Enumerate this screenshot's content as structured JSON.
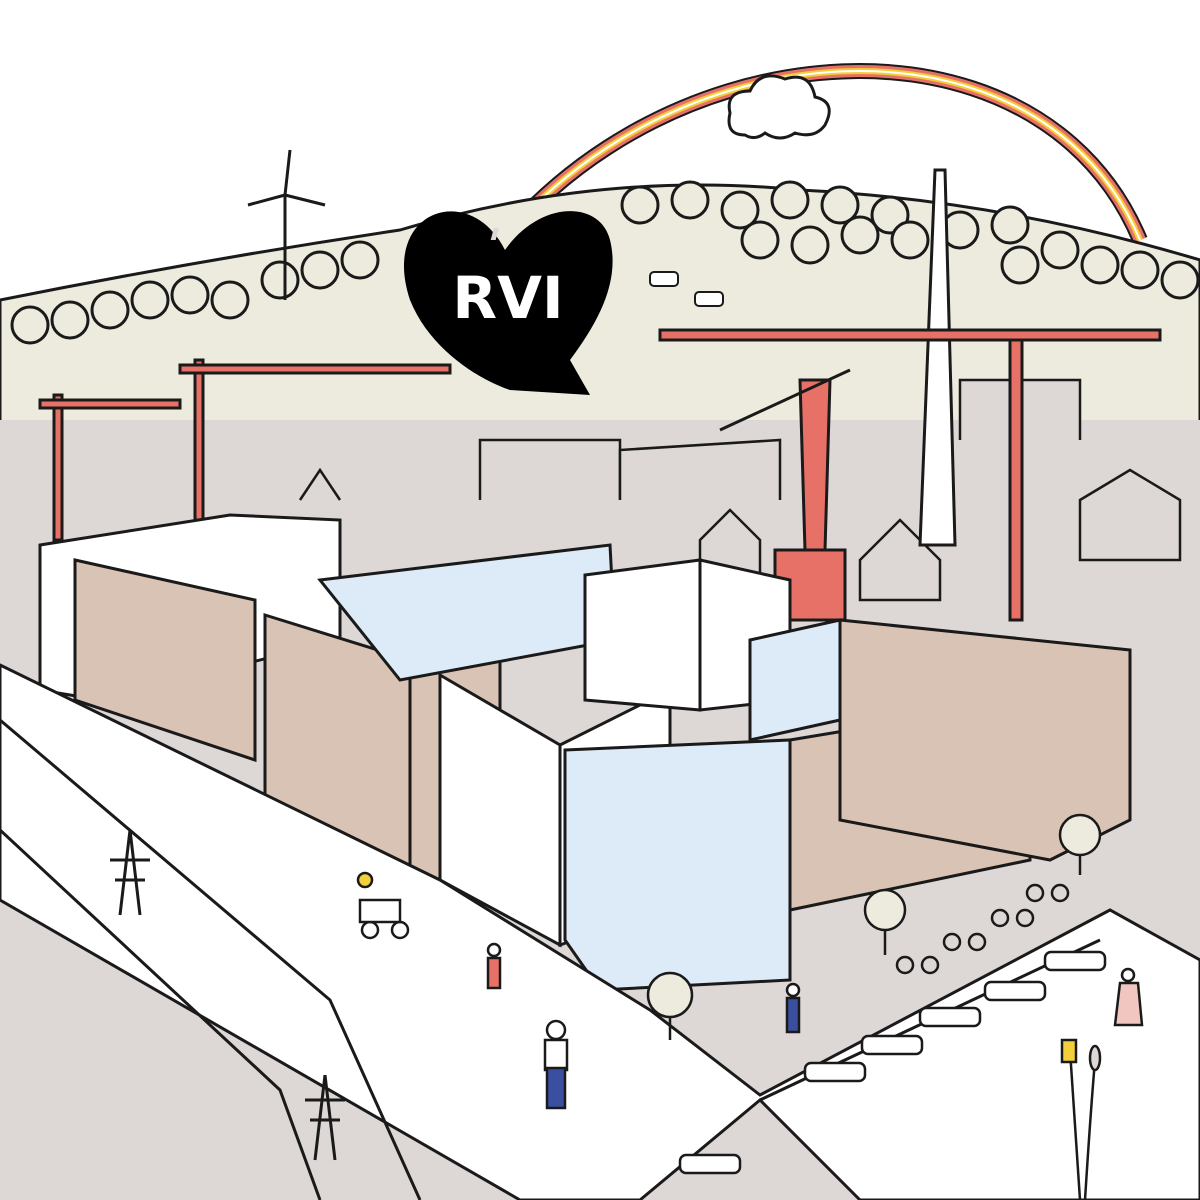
{
  "illustration": {
    "logo": {
      "text": "RVI",
      "shape": "heart-speech-bubble"
    },
    "colors": {
      "sky": "#ffffff",
      "hill": "#ecebdd",
      "town": "#ddd7d5",
      "ground": "#ddd7d5",
      "street": "#ffffff",
      "crane": "#e87167",
      "building_tan": "#d8c3b4",
      "glass": "#dcebf7",
      "outline": "#1a1a1a",
      "logo_bg": "#000000",
      "logo_text": "#ffffff"
    },
    "elements": {
      "cranes": 5,
      "wind_turbine": 1,
      "chimney": 1,
      "rainbow": 1,
      "cloud": 1,
      "cows": 2,
      "pylons": 2,
      "bicycles": 5,
      "cars": 7,
      "people": 5,
      "trees": 4
    }
  }
}
